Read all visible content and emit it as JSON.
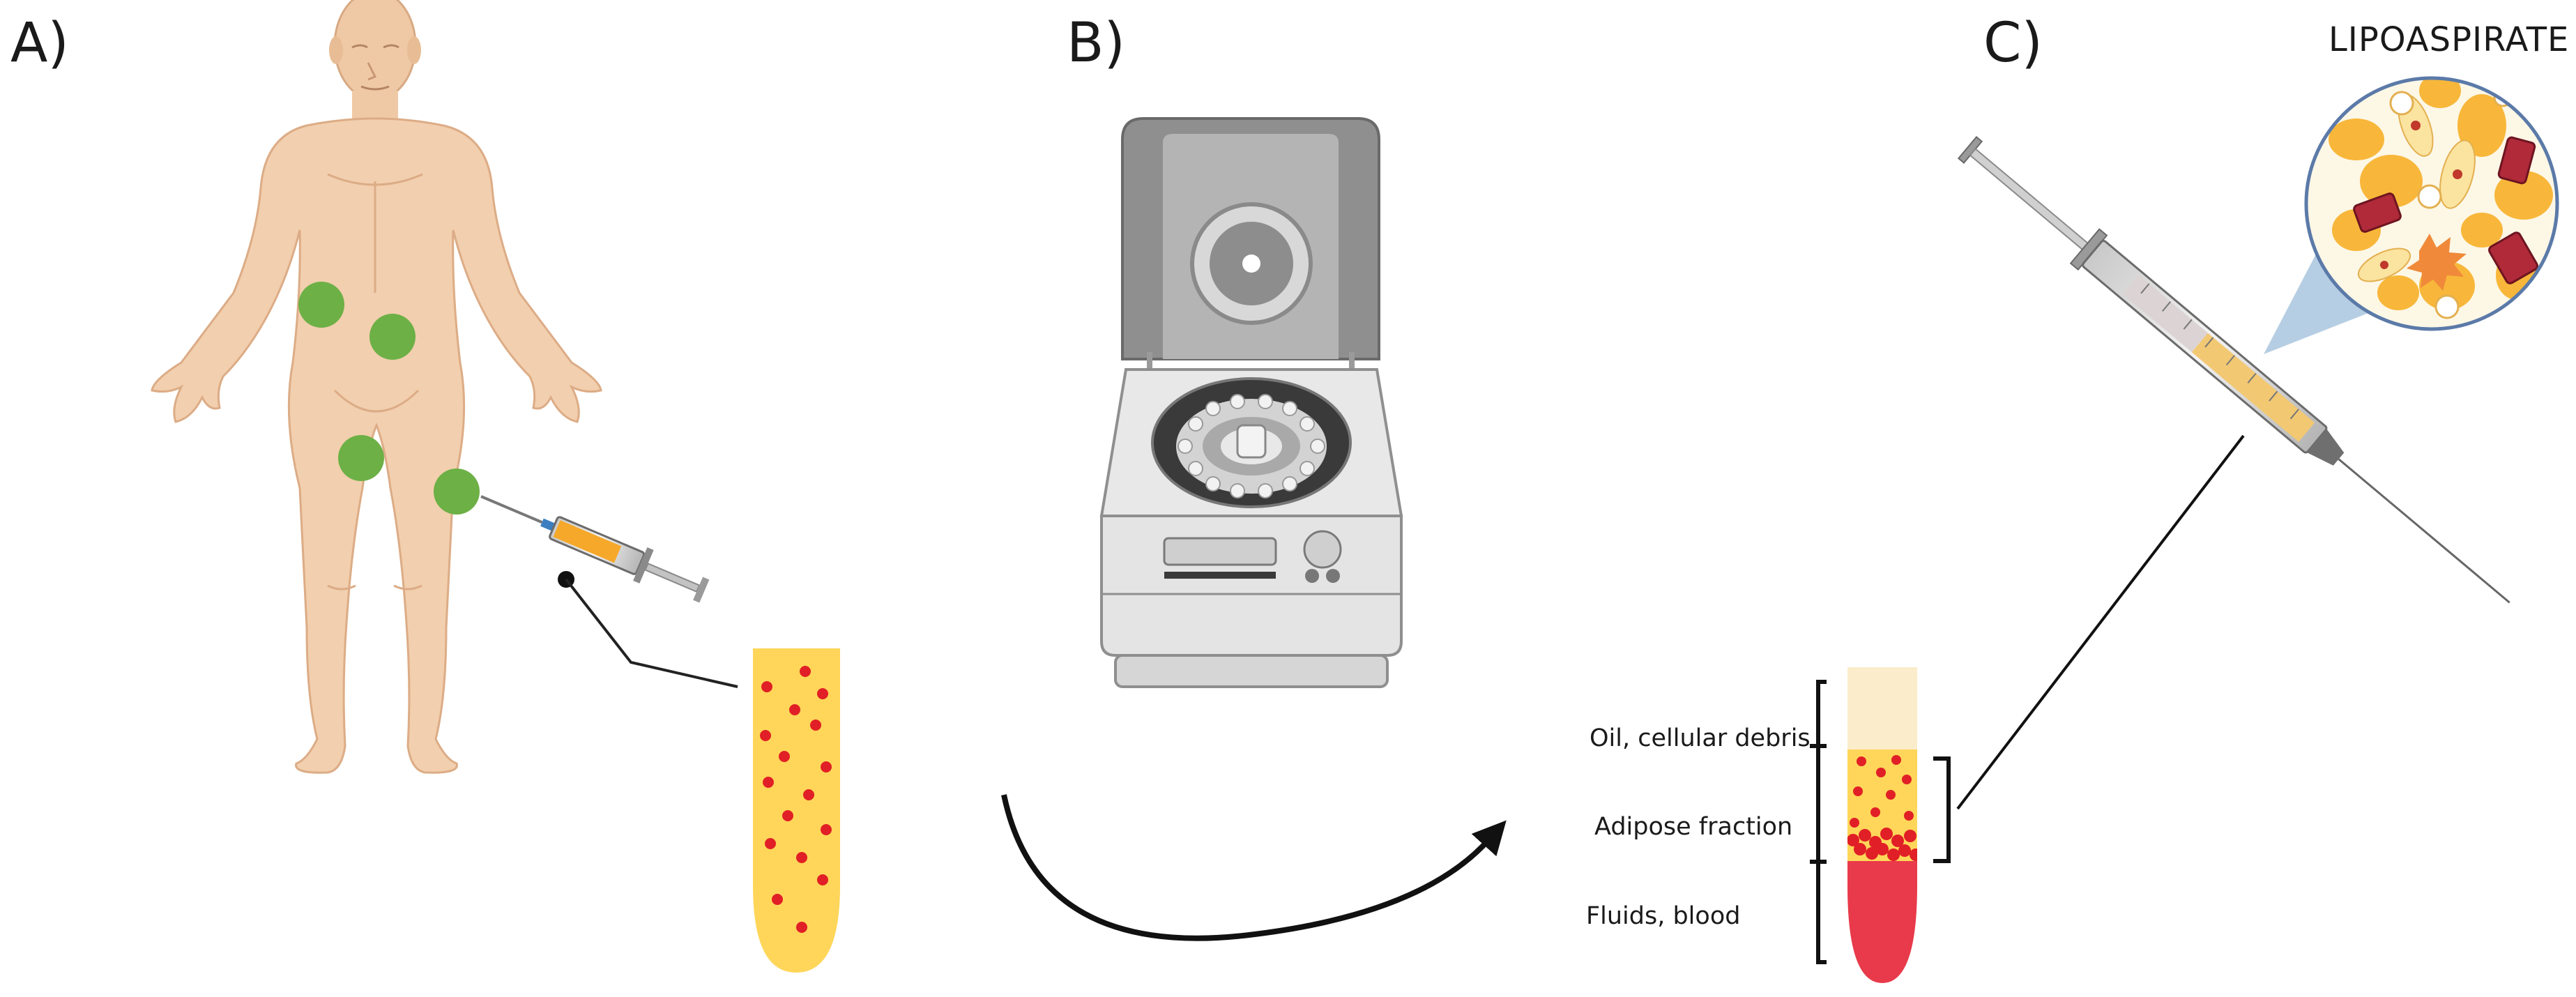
{
  "panels": {
    "a": {
      "label": "A)"
    },
    "b": {
      "label": "B)"
    },
    "c": {
      "label": "C)",
      "title": "LIPOASPIRATE"
    }
  },
  "tube_layers": {
    "top": "Oil, cellular debris",
    "middle": "Adipose fraction",
    "bottom": "Fluids, blood"
  },
  "colors": {
    "skin": "#f2cfae",
    "harvest_site": "#6db046",
    "fat": "#ffd659",
    "blood_dot": "#e11f26",
    "blood": "#e83a4a",
    "oil": "#fbedcb",
    "device_gray": "#8f8f8f",
    "zoom_cone": "#a9c5de"
  }
}
